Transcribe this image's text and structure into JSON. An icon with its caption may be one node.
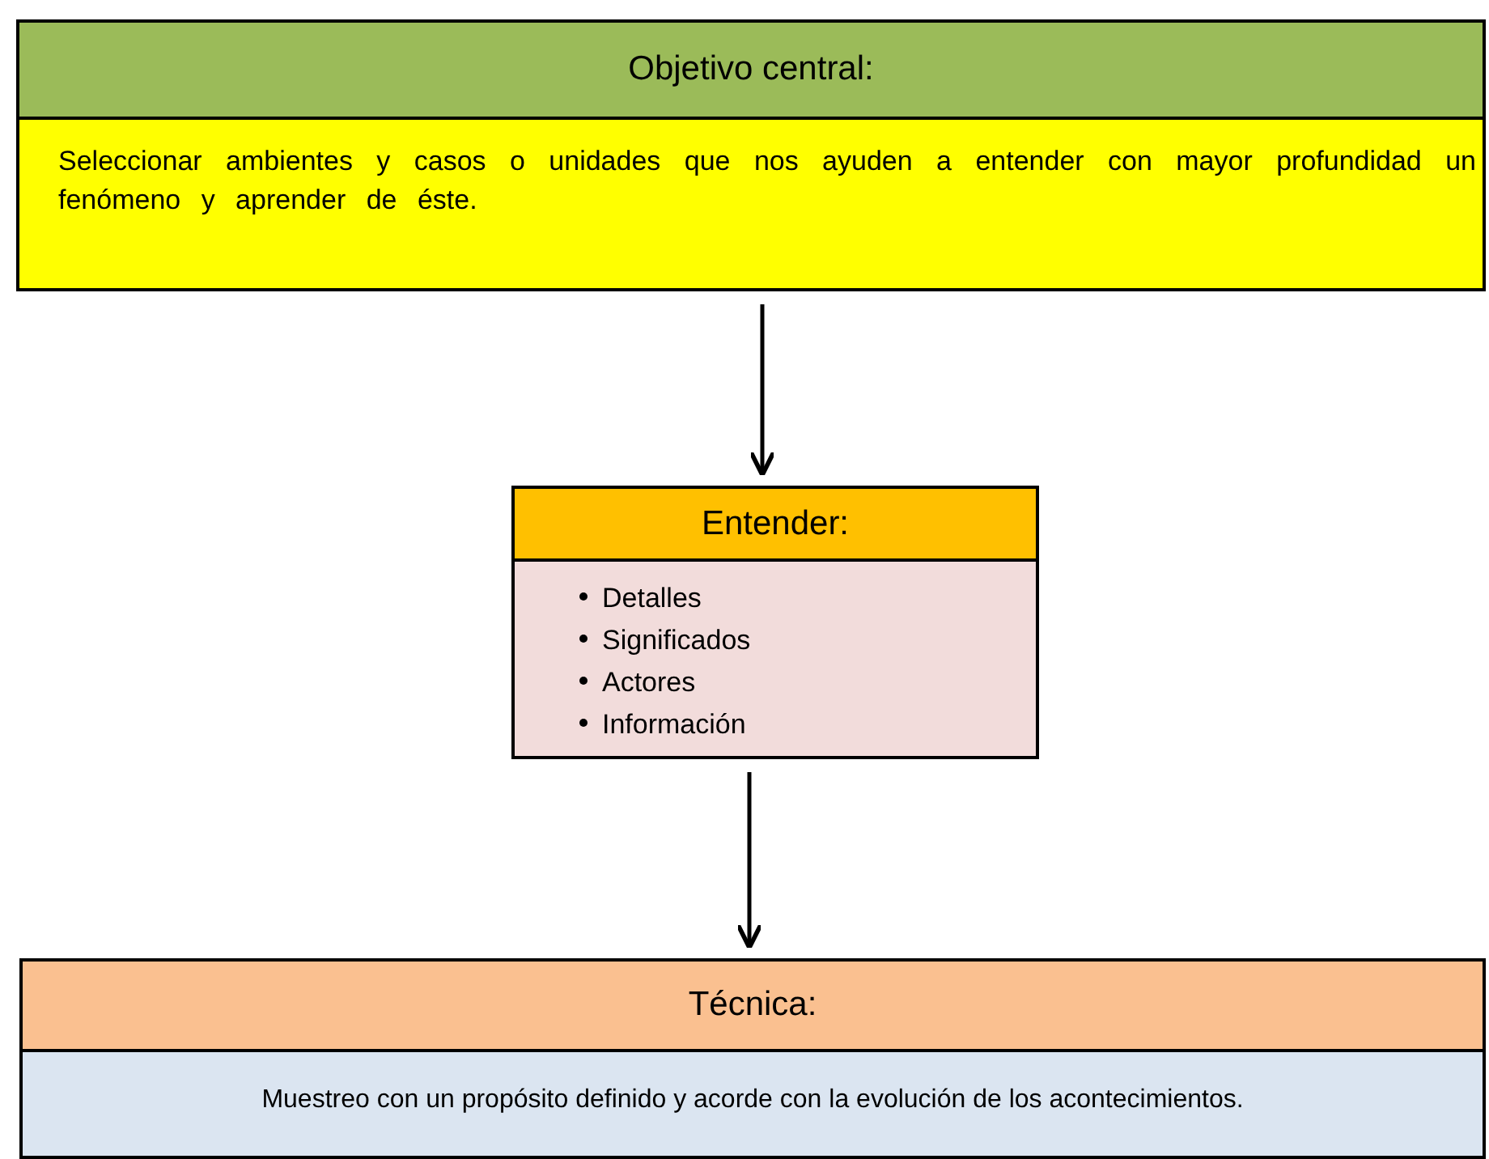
{
  "diagram": {
    "nodes": [
      {
        "text": [
          "Objetivo central:",
          "Seleccionar ambientes y casos o unidades que nos ayuden a entender con mayor profundidad un fenómeno  y aprender de éste."
        ]
      },
      {
        "text": [
          "Entender:",
          "Detalles",
          "Significados",
          "Actores",
          "Información"
        ]
      },
      {
        "text": [
          "Técnica:",
          "Muestreo con un propósito definido y acorde con la evolución de los acontecimientos."
        ]
      }
    ],
    "edges": [
      {
        "from": 0,
        "to": 1,
        "arrow": "to"
      },
      {
        "from": 1,
        "to": 2,
        "arrow": "to"
      }
    ]
  }
}
